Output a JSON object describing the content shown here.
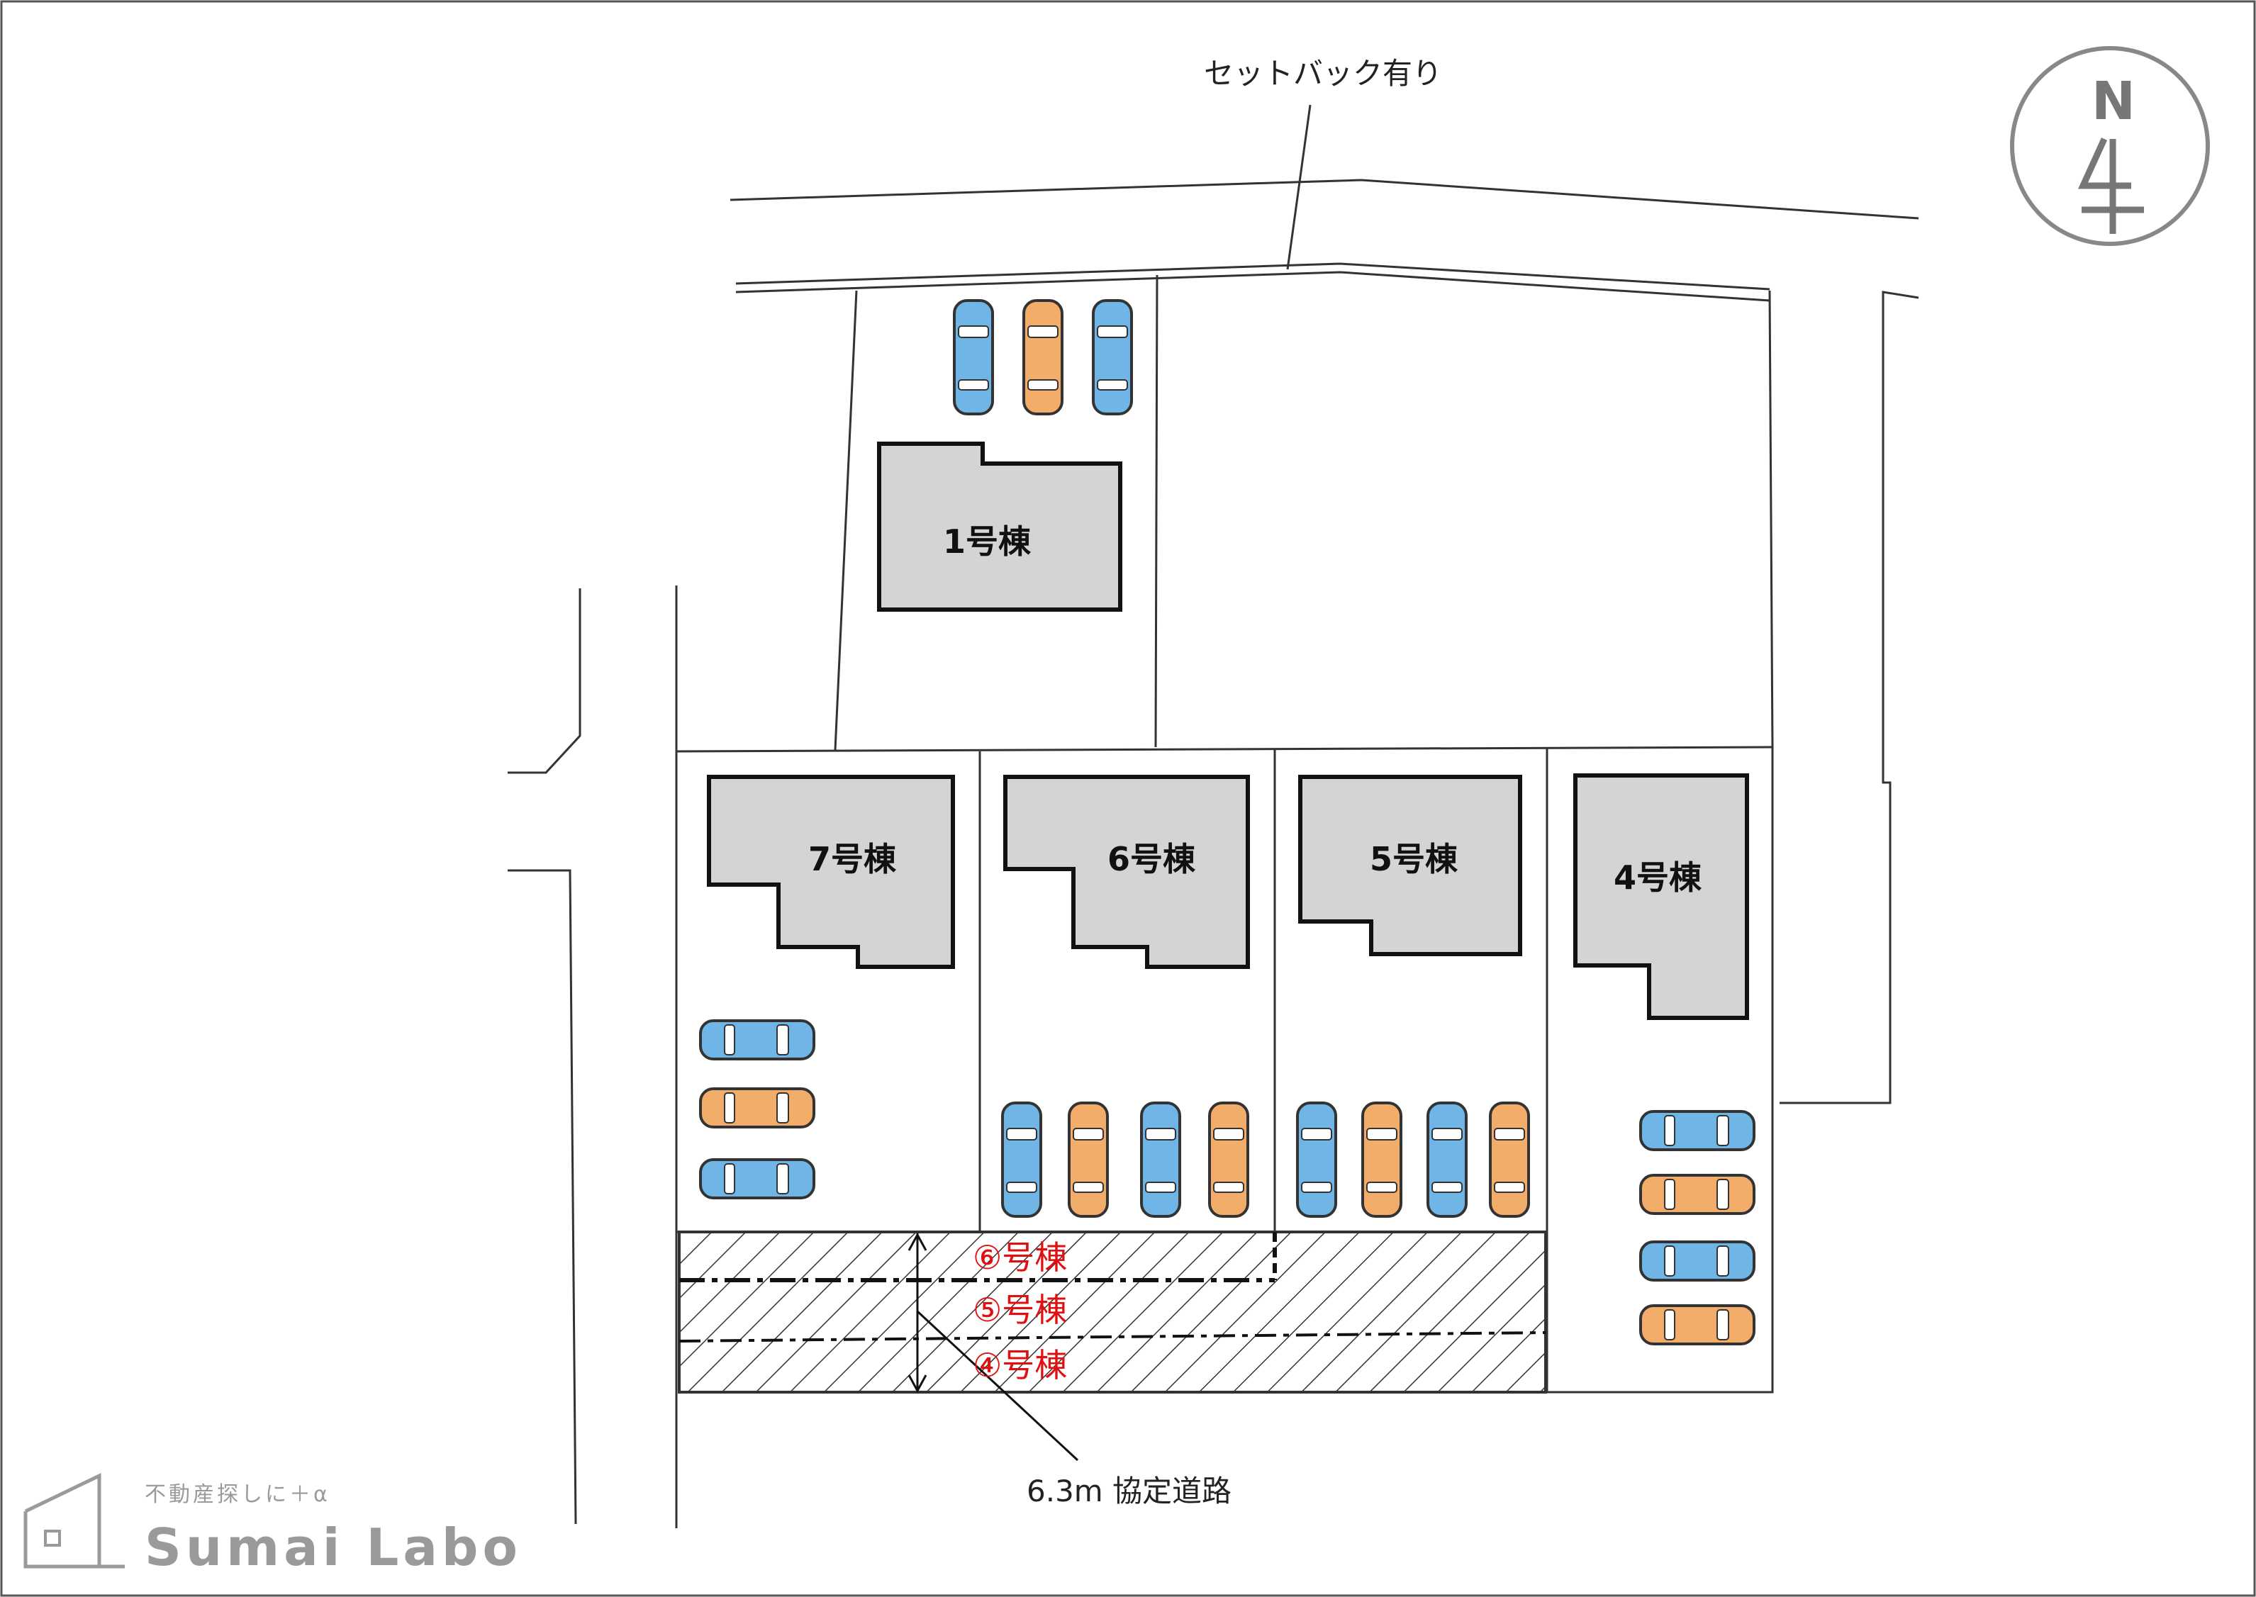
{
  "setback_note": "セットバック有り",
  "road_note": "6.3m 協定道路",
  "compass": {
    "label": "N"
  },
  "buildings": [
    {
      "label": "1号棟"
    },
    {
      "label": "7号棟"
    },
    {
      "label": "6号棟"
    },
    {
      "label": "5号棟"
    },
    {
      "label": "4号棟"
    }
  ],
  "road_share_labels": [
    "⑥号棟",
    "⑤号棟",
    "④号棟"
  ],
  "watermark": {
    "tagline": "不動産探しに＋α",
    "name": "Sumai Labo"
  },
  "colors": {
    "car_blue": "#6fb6e6",
    "car_orange": "#f3ad6b",
    "building": "#d3d4d6",
    "road_label": "#e01010"
  }
}
